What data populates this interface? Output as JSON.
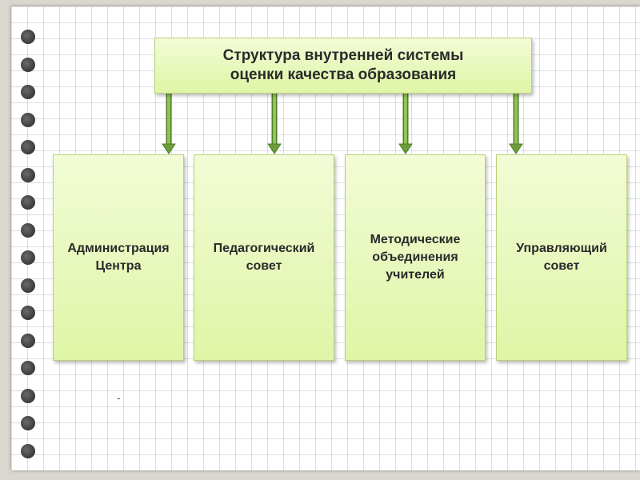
{
  "diagram": {
    "root": "Структура внутренней системы\nоценки качества образования",
    "children": [
      "Администрация\nЦентра",
      "Педагогический\nсовет",
      "Методические\nобъединения\nучителей",
      "Управляющий\nсовет"
    ],
    "stray_mark": "-"
  },
  "colors": {
    "box_fill": "#dff5a6",
    "box_border": "#b9d07a",
    "arrow": "#6d9c3a"
  },
  "icons": {
    "binder_holes": "notebook-binder-hole-icon"
  }
}
